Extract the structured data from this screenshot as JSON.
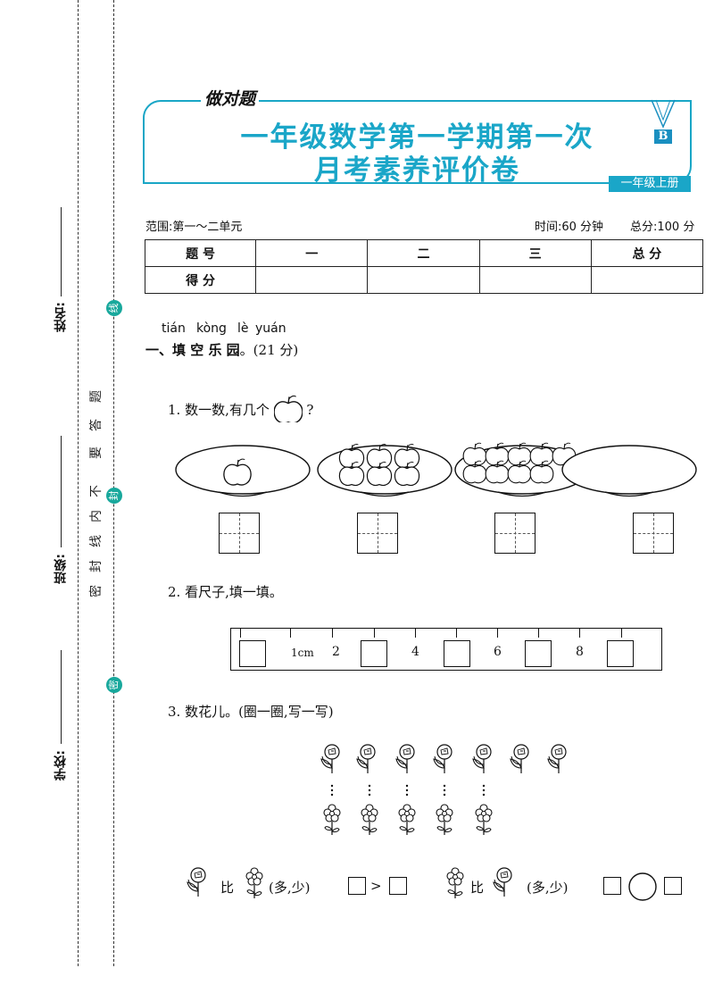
{
  "binding": {
    "name_label": "姓名:",
    "class_label": "班级:",
    "school_label": "学校:",
    "seal_chars": [
      "密",
      "封",
      "线",
      "内",
      "不",
      "要",
      "答",
      "题"
    ],
    "dots": [
      "线",
      "封",
      "密"
    ]
  },
  "header": {
    "tag": "做对题",
    "title_line1": "一年级数学第一学期第一次",
    "title_line2": "月考素养评价卷",
    "badge": "B",
    "grade_tab": "一年级上册"
  },
  "meta": {
    "scope": "范围:第一～二单元",
    "time": "时间:60 分钟",
    "total": "总分:100 分"
  },
  "score_table": {
    "row1": [
      "题 号",
      "一",
      "二",
      "三",
      "总 分"
    ],
    "row2": [
      "得 分",
      "",
      "",
      "",
      ""
    ]
  },
  "section1": {
    "pinyin": [
      "tián",
      "kòng",
      "lè",
      "yuán"
    ],
    "heading": "一、填 空 乐 园",
    "points": "。(21 分)"
  },
  "q1": {
    "text": "1. 数一数,有几个",
    "suffix": "?",
    "apple_counts": [
      1,
      6,
      9,
      0
    ]
  },
  "q2": {
    "text": "2. 看尺子,填一填。",
    "ruler_labels": [
      "1cm",
      "2",
      "4",
      "6",
      "8"
    ]
  },
  "q3": {
    "text": "3. 数花儿。(圈一圈,写一写)",
    "rose_count": 7,
    "daisy_count": 5,
    "compare_left": {
      "word": "比",
      "options": "(多,少)",
      "op": ">"
    },
    "compare_right": {
      "word": "比",
      "options": "(多,少)"
    }
  },
  "colors": {
    "accent": "#1aa6c8",
    "seal_dot": "#18a89c"
  }
}
